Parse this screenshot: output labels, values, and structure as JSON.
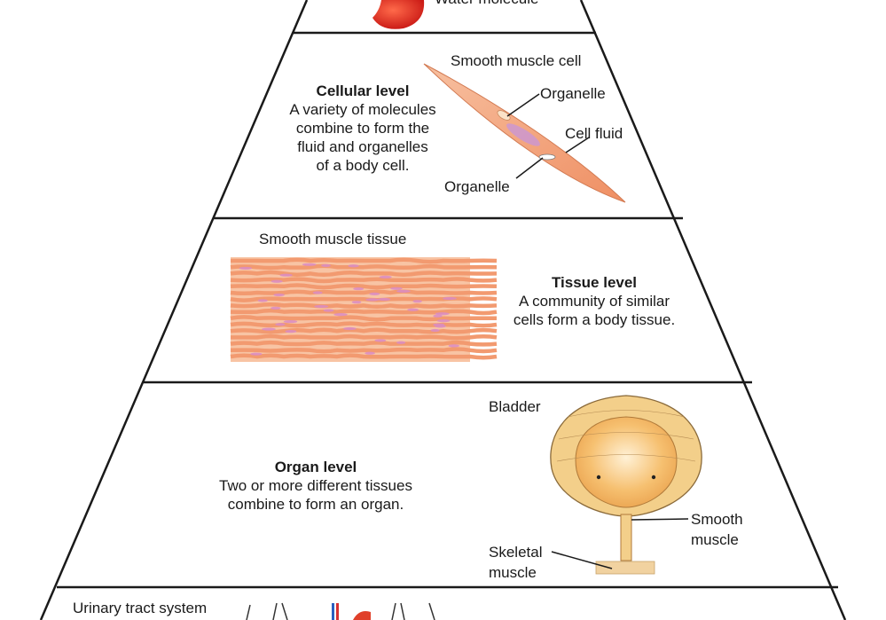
{
  "molecular": {
    "partial_label": "Water molecule"
  },
  "cellular": {
    "image_title": "Smooth muscle cell",
    "heading": "Cellular level",
    "desc": [
      "A variety of molecules",
      "combine to form the",
      "fluid and organelles",
      "of a body cell."
    ],
    "callouts": {
      "organelle_top": "Organelle",
      "cell_fluid": "Cell fluid",
      "organelle_bottom": "Organelle"
    }
  },
  "tissue": {
    "image_title": "Smooth muscle tissue",
    "heading": "Tissue level",
    "desc": [
      "A community of similar",
      "cells form a body tissue."
    ]
  },
  "organ": {
    "image_title": "Bladder",
    "heading": "Organ level",
    "desc": [
      "Two or more different tissues",
      "combine to form an organ."
    ],
    "callouts": {
      "smooth_muscle": [
        "Smooth",
        "muscle"
      ],
      "skeletal_muscle": [
        "Skeletal",
        "muscle"
      ]
    }
  },
  "system": {
    "label": "Urinary tract system"
  },
  "colors": {
    "outline": "#1a1a1a",
    "water_red": "#e0201b",
    "muscle_orange": "#f29a70",
    "muscle_light": "#f8c4a4",
    "nucleus_pink": "#d98cc4",
    "bladder_tan": "#f3cf8a",
    "bladder_inner": "#f6b56a",
    "vessel_red": "#d83030",
    "vessel_blue": "#2b5fbf"
  }
}
